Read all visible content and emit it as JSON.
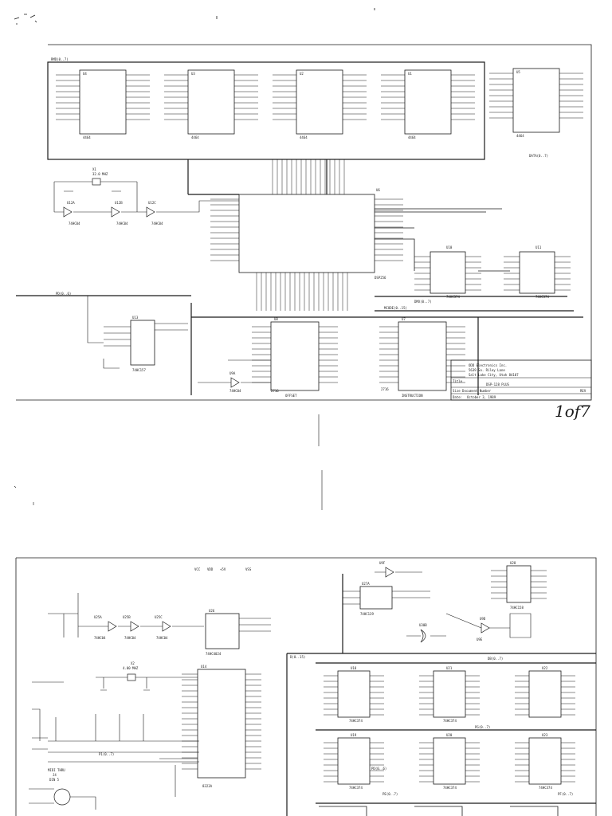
{
  "sheet_number": "1of7",
  "page1": {
    "ram_chips": [
      {
        "ref": "U4",
        "part": "4464"
      },
      {
        "ref": "U3",
        "part": "4464"
      },
      {
        "ref": "U2",
        "part": "4464"
      },
      {
        "ref": "U1",
        "part": "4464"
      },
      {
        "ref": "U5",
        "part": "4464"
      }
    ],
    "bus_labels": {
      "rmd": "RMD(0..7)",
      "data": "DATA(0..7)",
      "pd": "PD(0..6)",
      "mcode": "MCODE(0..15)",
      "dmx": "DMX(0..7)"
    },
    "crystal": {
      "ref": "X1",
      "value": "32.0 MHZ"
    },
    "osc_gates": [
      "U12A",
      "U12B",
      "U12C"
    ],
    "osc_gate_parts": [
      "74HC04",
      "74HC04",
      "74HC04"
    ],
    "dsp": {
      "ref": "U6",
      "part": "DSP256"
    },
    "latches": [
      {
        "ref": "U10",
        "part": "74HC374"
      },
      {
        "ref": "U11",
        "part": "74HC374"
      }
    ],
    "roms": [
      {
        "ref": "U8",
        "part": "2716",
        "label": "OFFSET"
      },
      {
        "ref": "U7",
        "part": "2716",
        "label": "INSTRUCTION"
      }
    ],
    "mux": {
      "ref": "U13",
      "part": "74HC157"
    },
    "inverter": {
      "ref": "U9A",
      "part": "74HC04"
    },
    "title_block": {
      "company": "ODD Electronics Inc.",
      "address1": "5639 So. Riley Lane",
      "address2": "Salt Lake City, Utah 84107",
      "title_label": "Title",
      "title": "DSP-128 PLUS",
      "size_label": "Size Document Number",
      "rev_label": "REV",
      "date_label": "Date:",
      "date": "October 3, 1989"
    }
  },
  "page2": {
    "supply_labels": [
      "VCC",
      "VDD",
      "+5V",
      "VSS"
    ],
    "micro": {
      "ref": "U14",
      "part": "8323A"
    },
    "crystal": {
      "ref": "X2",
      "value": "4.00 MHZ"
    },
    "reset_gates": [
      "U25A",
      "U25B",
      "U25C"
    ],
    "reset_gate_parts": [
      "74HC04",
      "74HC04",
      "74HC04"
    ],
    "counter": {
      "ref": "U26",
      "part": "74HC4024"
    },
    "decoder": {
      "ref": "U27A",
      "part": "74HC139"
    },
    "mux": {
      "ref": "U28",
      "part": "74HC158"
    },
    "gates": [
      "U9F",
      "U30B",
      "U9D",
      "U9E"
    ],
    "latches": [
      {
        "ref": "U18",
        "part": "74HC374"
      },
      {
        "ref": "U21",
        "part": "74HC374"
      },
      {
        "ref": "U22",
        "part": "74HC374"
      },
      {
        "ref": "U19",
        "part": "74HC374"
      },
      {
        "ref": "U20",
        "part": "74HC374"
      },
      {
        "ref": "U23",
        "part": "74HC374"
      }
    ],
    "connector": {
      "ref": "J4",
      "label": "DIN 5",
      "midi": "MIDI THRU"
    },
    "bus_labels": {
      "d": "D(0..15)",
      "db": "DB(0..7)",
      "pg": "PG(0..7)",
      "pe": "PE(0..7)",
      "pf": "PF(0..7)",
      "pd": "PD(0..6)",
      "p1": "P1(0..7)"
    }
  }
}
